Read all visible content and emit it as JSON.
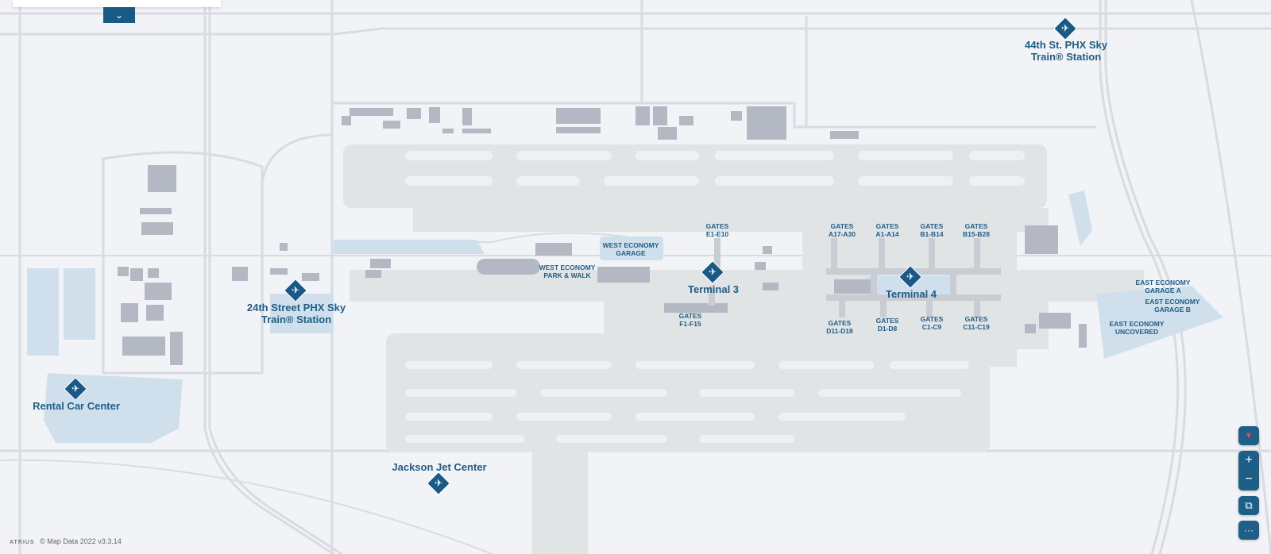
{
  "locations": {
    "sky_train_44th": "44th St. PHX Sky\nTrain® Station",
    "sky_train_44th_l1": "44th St. PHX Sky",
    "sky_train_44th_l2": "Train® Station",
    "sky_train_24th_l1": "24th Street PHX Sky",
    "sky_train_24th_l2": "Train® Station",
    "rental_car_center": "Rental Car Center",
    "jackson_jet_center": "Jackson Jet Center",
    "terminal_3": "Terminal 3",
    "terminal_4": "Terminal 4",
    "west_economy_garage_l1": "WEST ECONOMY",
    "west_economy_garage_l2": "GARAGE",
    "west_economy_park_l1": "WEST ECONOMY",
    "west_economy_park_l2": "PARK & WALK",
    "east_garage_a_l1": "EAST ECONOMY",
    "east_garage_a_l2": "GARAGE A",
    "east_garage_b_l1": "EAST ECONOMY",
    "east_garage_b_l2": "GARAGE B",
    "east_uncovered_l1": "EAST ECONOMY",
    "east_uncovered_l2": "UNCOVERED"
  },
  "gates": [
    {
      "l1": "GATES",
      "l2": "E1-E10"
    },
    {
      "l1": "GATES",
      "l2": "F1-F15"
    },
    {
      "l1": "GATES",
      "l2": "A17-A30"
    },
    {
      "l1": "GATES",
      "l2": "A1-A14"
    },
    {
      "l1": "GATES",
      "l2": "B1-B14"
    },
    {
      "l1": "GATES",
      "l2": "B15-B28"
    },
    {
      "l1": "GATES",
      "l2": "D11-D18"
    },
    {
      "l1": "GATES",
      "l2": "D1-D8"
    },
    {
      "l1": "GATES",
      "l2": "C1-C9"
    },
    {
      "l1": "GATES",
      "l2": "C11-C19"
    }
  ],
  "controls": {
    "zoom_in": "+",
    "zoom_out": "−",
    "more": "···"
  },
  "footer": {
    "brand": "ATRIUS",
    "copyright": "© Map Data 2022",
    "version": "v3.3.14"
  },
  "colors": {
    "marker": "#185a85",
    "label": "#1e5e86",
    "parking": "#cfe0ec",
    "building": "#b4b8c2",
    "airfield": "#e1e4e5"
  }
}
